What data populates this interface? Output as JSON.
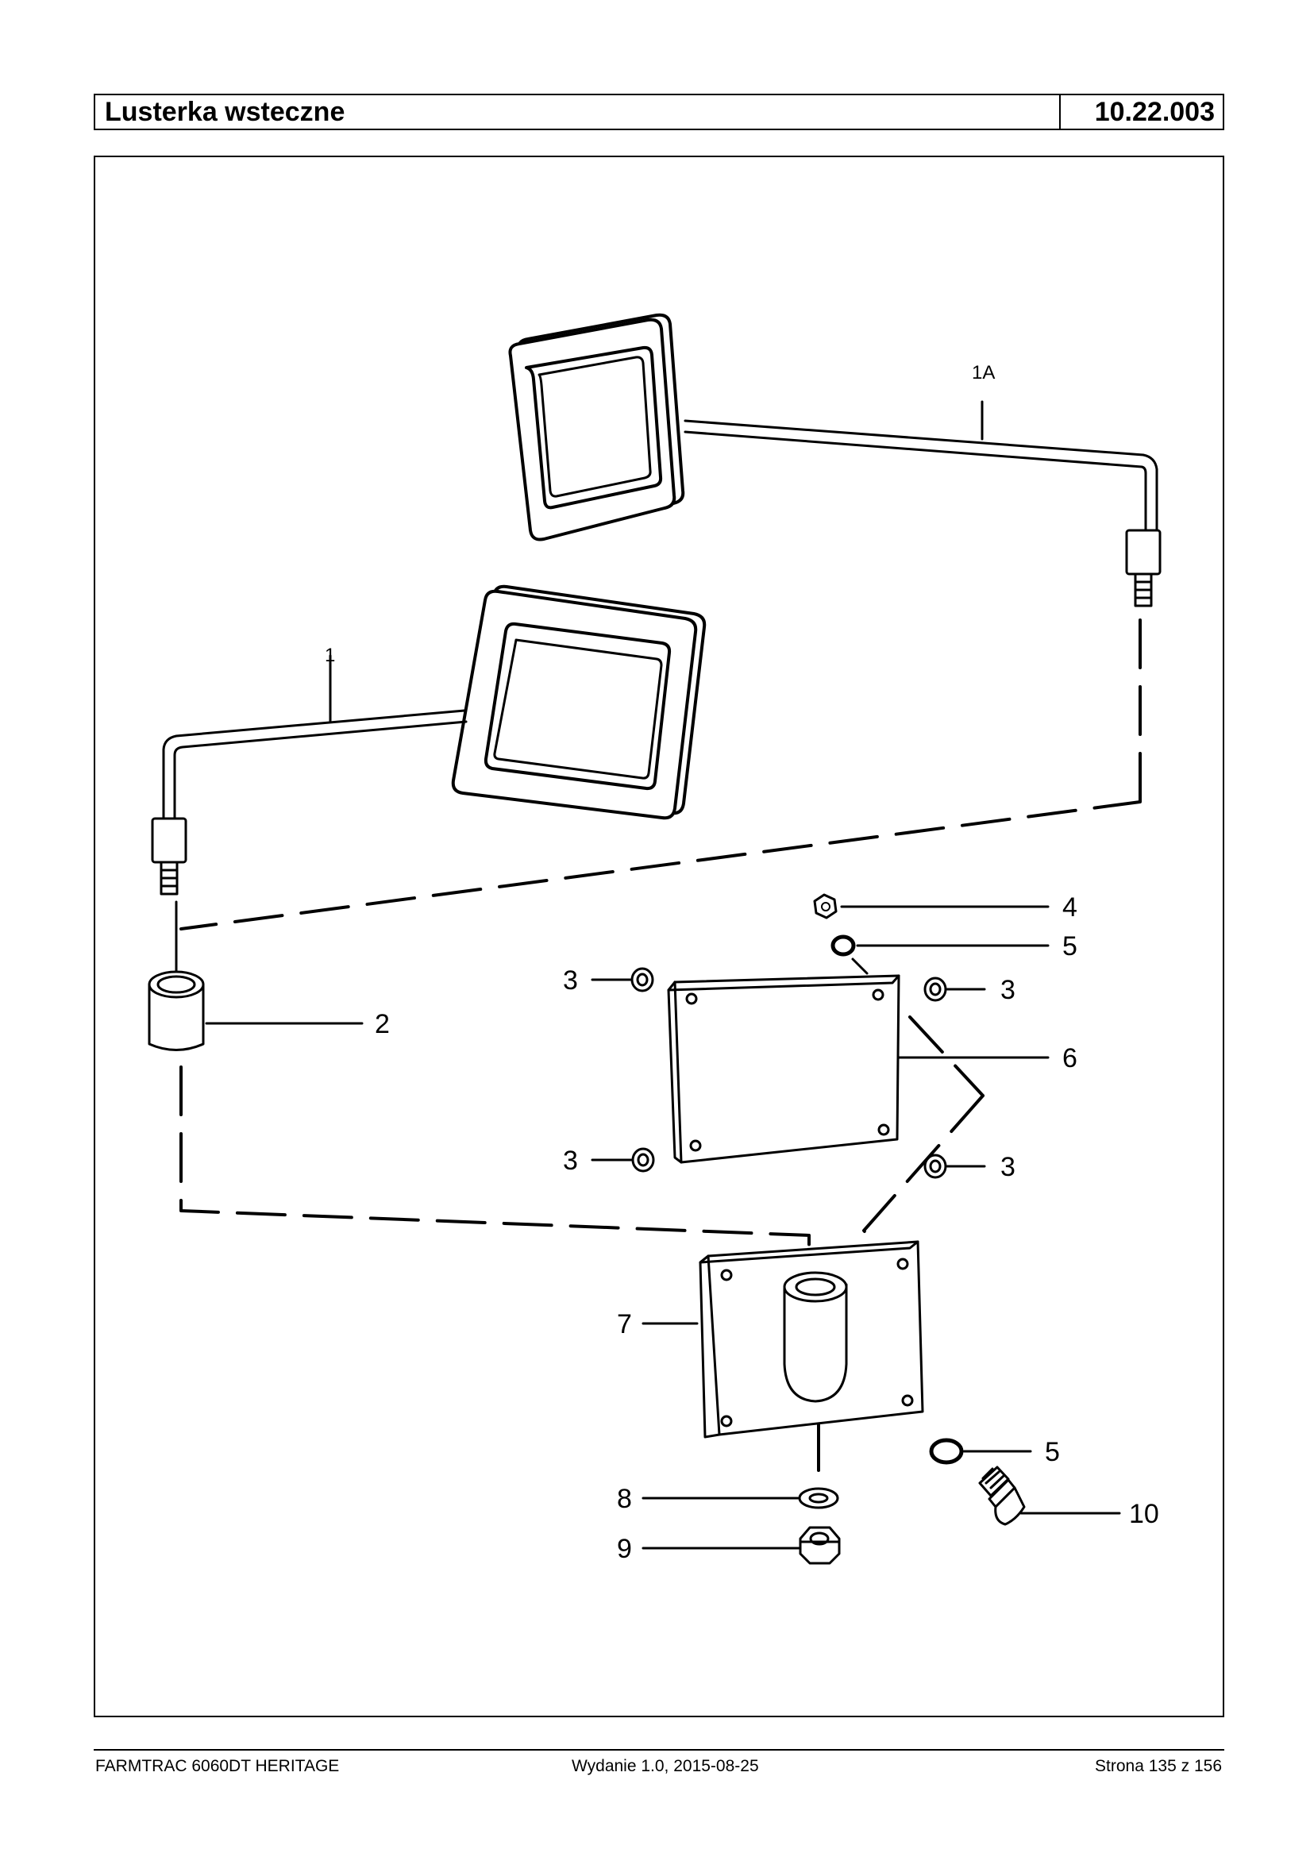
{
  "header": {
    "title": "Lusterka wsteczne",
    "code": "10.22.003"
  },
  "callouts": {
    "c1A": "1A",
    "c1": "1",
    "c2": "2",
    "c3a": "3",
    "c3b": "3",
    "c3c": "3",
    "c3d": "3",
    "c4": "4",
    "c5a": "5",
    "c5b": "5",
    "c6": "6",
    "c7": "7",
    "c8": "8",
    "c9": "9",
    "c10": "10"
  },
  "footer": {
    "model": "FARMTRAC 6060DT HERITAGE",
    "edition": "Wydanie 1.0,  2015-08-25",
    "page": "Strona 135 z 156"
  }
}
